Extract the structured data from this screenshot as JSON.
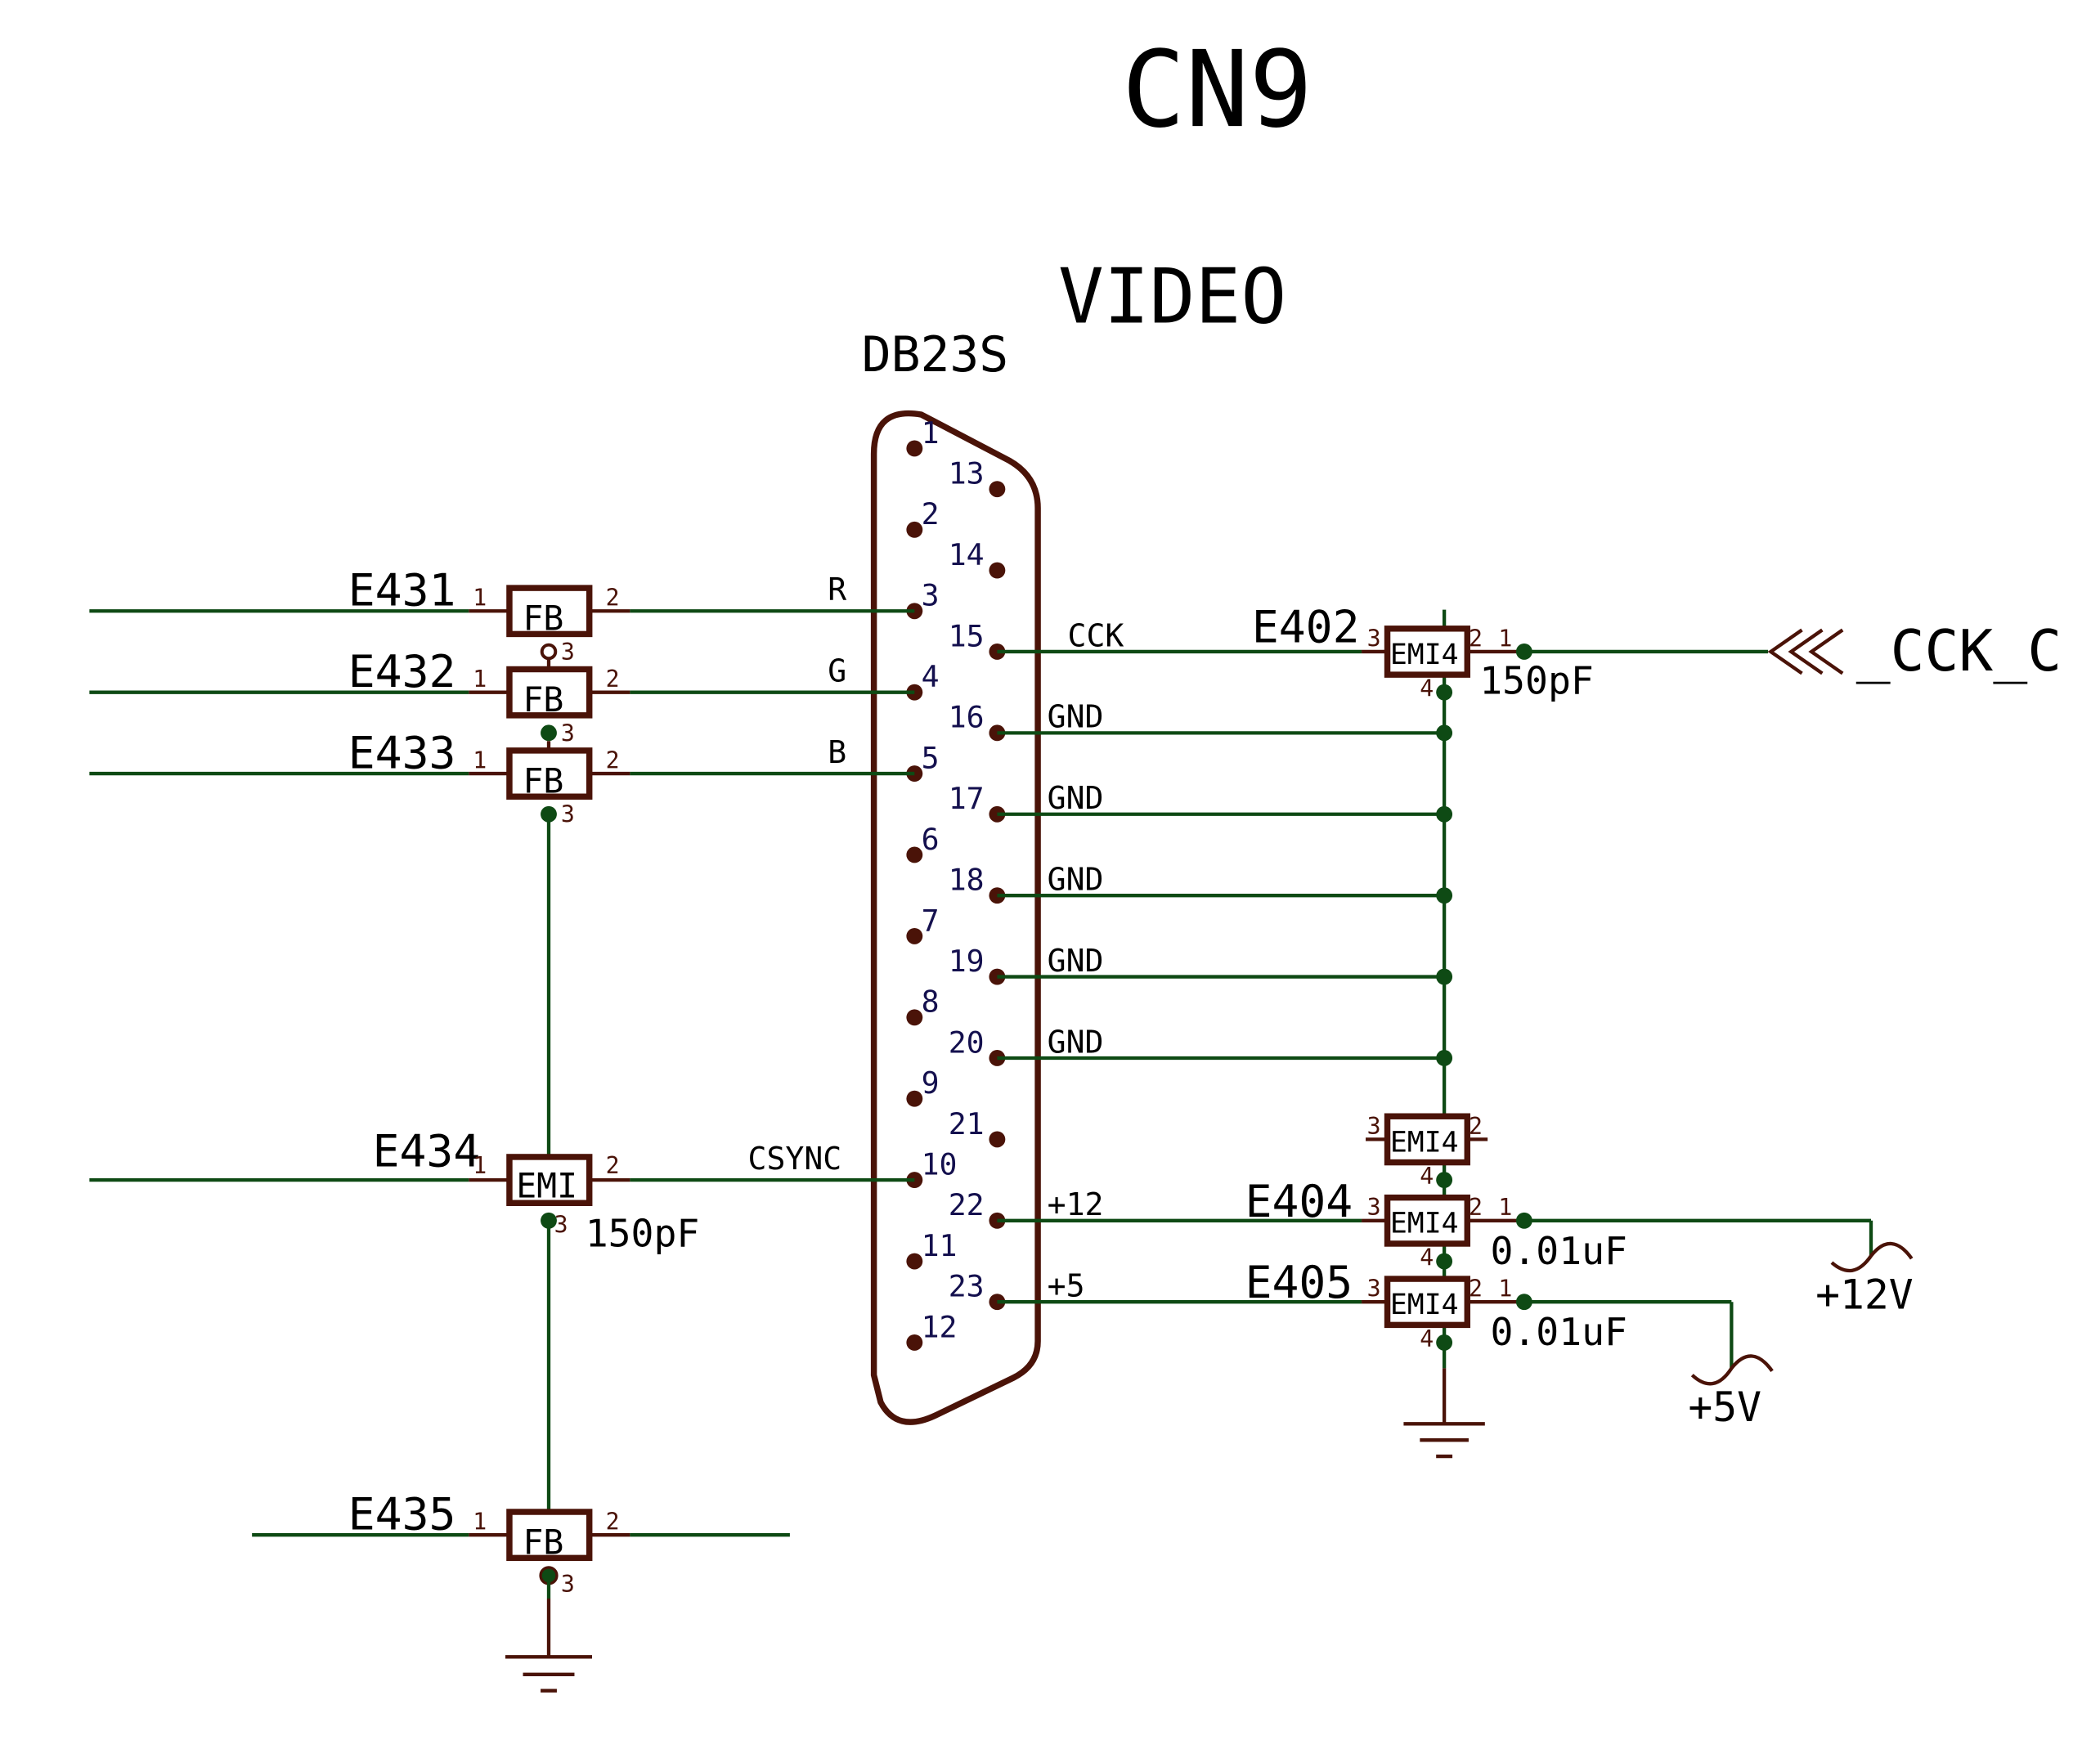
{
  "sheet": {
    "title": "CN9",
    "subtitle": "VIDEO"
  },
  "connector": {
    "part": "DB23S",
    "pins_left_column": [
      "1",
      "2",
      "3",
      "4",
      "5",
      "6",
      "7",
      "8",
      "9",
      "10",
      "11",
      "12"
    ],
    "pins_right_column": [
      "13",
      "14",
      "15",
      "16",
      "17",
      "18",
      "19",
      "20",
      "21",
      "22",
      "23"
    ]
  },
  "nets": {
    "r": "R",
    "g": "G",
    "b": "B",
    "csync": "CSYNC",
    "cck": "CCK",
    "gnd16": "GND",
    "gnd17": "GND",
    "gnd18": "GND",
    "gnd19": "GND",
    "gnd20": "GND",
    "p12": "+12",
    "p5": "+5"
  },
  "components": {
    "e431": {
      "ref": "E431",
      "type": "FB",
      "pin1": "1",
      "pin2": "2",
      "pin3": "3"
    },
    "e432": {
      "ref": "E432",
      "type": "FB",
      "pin1": "1",
      "pin2": "2",
      "pin3": "3"
    },
    "e433": {
      "ref": "E433",
      "type": "FB",
      "pin1": "1",
      "pin2": "2",
      "pin3": "3"
    },
    "e434": {
      "ref": "E434",
      "type": "EMI",
      "value": "150pF",
      "pin1": "1",
      "pin2": "2",
      "pin3": "3"
    },
    "e435": {
      "ref": "E435",
      "type": "FB",
      "pin1": "1",
      "pin2": "2",
      "pin3": "3"
    },
    "e402": {
      "ref": "E402",
      "type": "EMI4",
      "value": "150pF",
      "pin1": "1",
      "pin2": "2",
      "pin3": "3",
      "pin4": "4"
    },
    "e403": {
      "type": "EMI4",
      "pin2": "2",
      "pin3": "3",
      "pin4": "4"
    },
    "e404": {
      "ref": "E404",
      "type": "EMI4",
      "value": "0.01uF",
      "pin1": "1",
      "pin2": "2",
      "pin3": "3",
      "pin4": "4"
    },
    "e405": {
      "ref": "E405",
      "type": "EMI4",
      "value": "0.01uF",
      "pin1": "1",
      "pin2": "2",
      "pin3": "3",
      "pin4": "4"
    }
  },
  "ports": {
    "cck_c": "_CCK_C"
  },
  "power": {
    "p12v": "+12V",
    "p5v": "+5V"
  },
  "colors": {
    "wire": "#0e4a14",
    "component": "#4a1308",
    "connector_pin_text": "#14104e",
    "text": "#000000"
  }
}
